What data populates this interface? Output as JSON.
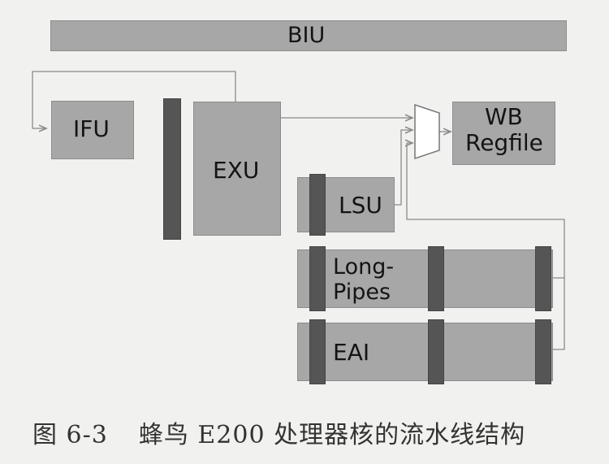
{
  "diagram": {
    "blocks": {
      "biu": "BIU",
      "ifu": "IFU",
      "exu": "EXU",
      "wb_line1": "WB",
      "wb_line2": "Regfile",
      "lsu": "LSU",
      "longpipes_line1": "Long-",
      "longpipes_line2": "Pipes",
      "eai": "EAI"
    },
    "colors": {
      "block_fill": "#a7a7a7",
      "pipeline_register": "#555555",
      "arrow": "#8a8a8a"
    }
  },
  "caption": {
    "figure_number": "图 6-3",
    "text": "蜂鸟 E200 处理器核的流水线结构"
  }
}
